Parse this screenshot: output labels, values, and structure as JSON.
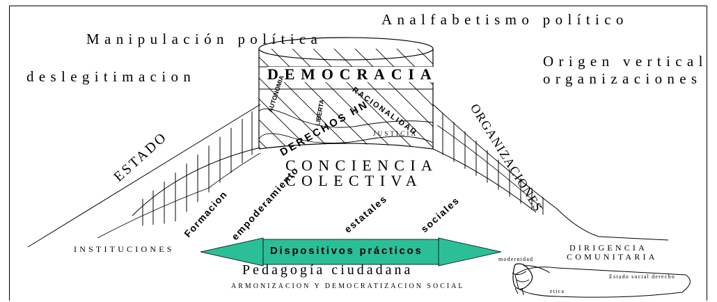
{
  "labels": {
    "analfabetismo": "Analfabetismo político",
    "manipulacion": "Manipulación política",
    "deslegitimacion": "deslegitimacion",
    "origen_l1": "Origen vertical",
    "origen_l2": "organizaciones",
    "democracia": "DEMOCRACIA",
    "autonomia": "AUTONOMIA",
    "libertad": "LIBERTA",
    "racionalidad": "RACIONALIDAD",
    "derechos_hn": "DERECHOS HN",
    "justicia": "JUSTICIA",
    "estado": "ESTADO",
    "organizaciones": "ORGANIZACIONES",
    "conciencia_l1": "CONCIENCIA",
    "conciencia_l2": "COLECTIVA",
    "formacion": "Formacion",
    "empoderamiento": "empoderamiento",
    "estatales": "estatales",
    "sociales": "sociales",
    "instituciones": "INSTITUCIONES",
    "dirigencia_l1": "DIRIGENCIA",
    "dirigencia_l2": "COMUNITARIA",
    "dispositivos": "Dispositivos prácticos",
    "pedagogia": "Pedagogía ciudadana",
    "armonizacion": "ARMONIZACION Y DEMOCRATIZACION SOCIAL",
    "modernidad": "modernidad",
    "estado_social_derecho": "Estado social derecho",
    "etica": "etica"
  },
  "colors": {
    "arrow_fill": "#2bbf98",
    "line": "#000000",
    "background": "#ffffff"
  }
}
